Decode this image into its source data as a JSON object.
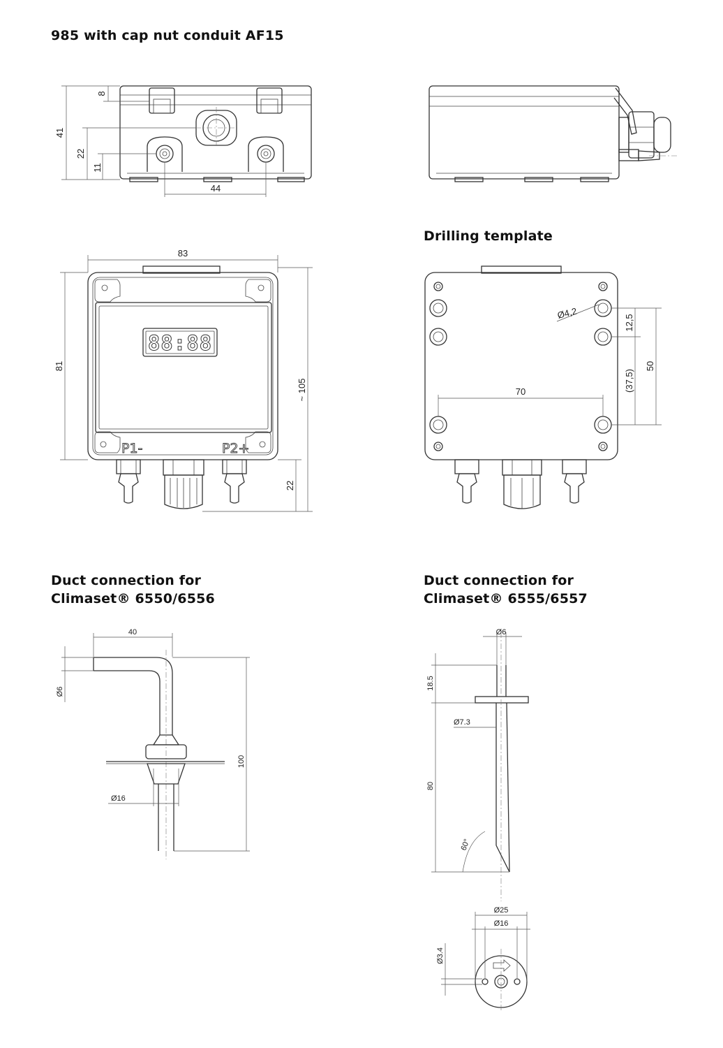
{
  "headings": {
    "main": "985 with cap nut conduit AF15",
    "drilling": "Drilling template",
    "duct_a": "Duct connection for\nClimaset® 6550/6556",
    "duct_b": "Duct connection for\nClimaset® 6555/6557"
  },
  "front_view": {
    "dim_height": "41",
    "dim_clip": "8",
    "dim_gland": "22",
    "dim_nipple": "11",
    "dim_spacing": "44"
  },
  "top_view": {
    "dim_width": "83",
    "dim_depth": "81",
    "dim_total": "~ 105",
    "dim_fitting": "22",
    "display": "88:88",
    "port_left": "P1-",
    "port_right": "P2+"
  },
  "drilling_template": {
    "hole_dia": "Ø4,2",
    "dim_pitch": "12,5",
    "dim_ref": "(37,5)",
    "dim_vertical": "50",
    "dim_horizontal": "70"
  },
  "duct_a": {
    "dim_length": "40",
    "dim_tube": "Ø6",
    "dim_height": "100",
    "dim_flange": "Ø16"
  },
  "duct_b": {
    "dim_tube": "Ø6",
    "dim_upper": "18.5",
    "dim_collar": "Ø7.3",
    "dim_lower": "80",
    "dim_angle": "60°",
    "dim_outer": "Ø25",
    "dim_inner": "Ø16",
    "dim_hole": "Ø3.4"
  }
}
